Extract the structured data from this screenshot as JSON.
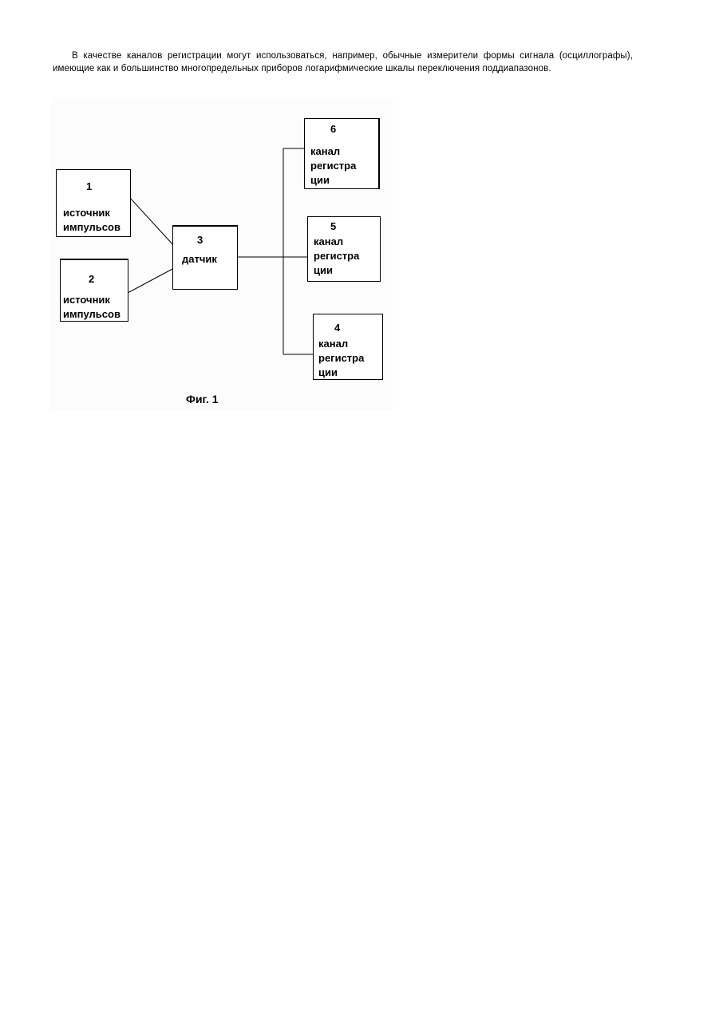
{
  "paragraph": "В качестве каналов регистрации могут использоваться, например, обычные измерители формы сигнала (осциллографы), имеющие как и большинство многопредельных приборов логарифмические шкалы переключения поддиапазонов.",
  "figure": {
    "blocks": [
      {
        "number": "1",
        "label": "источник\nимпульсов"
      },
      {
        "number": "2",
        "label": "источник\nимпульсов"
      },
      {
        "number": "3",
        "label": "датчик"
      },
      {
        "number": "6",
        "label": "канал\nрегистра\nции"
      },
      {
        "number": "5",
        "label": "канал\nрегистра\nции"
      },
      {
        "number": "4",
        "label": "канал\nрегистра\nции"
      }
    ],
    "caption": "Фиг. 1"
  }
}
